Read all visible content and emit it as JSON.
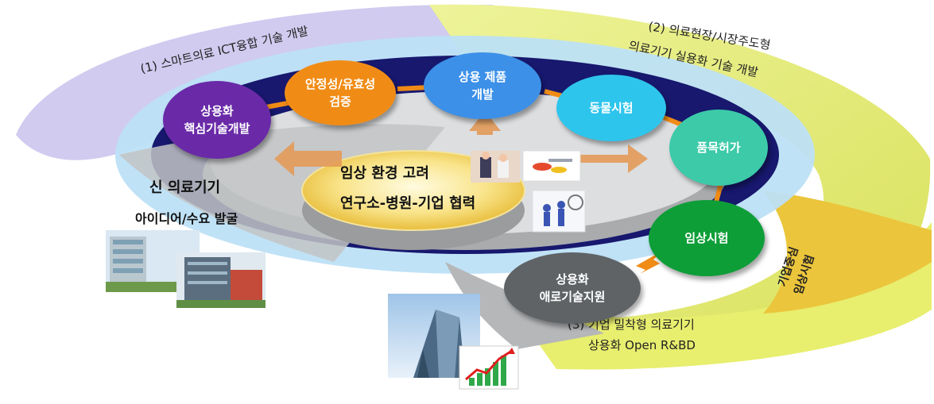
{
  "nodes": {
    "core_tech": {
      "line1": "상용화",
      "line2": "핵심기술개발"
    },
    "safety": {
      "line1": "안정성/유효성",
      "line2": "검증"
    },
    "product": {
      "line1": "상용 제품",
      "line2": "개발"
    },
    "animal": {
      "line1": "동물시험"
    },
    "approval": {
      "line1": "품목허가"
    },
    "clinical": {
      "line1": "임상시험"
    },
    "bottleneck": {
      "line1": "상용화",
      "line2": "애로기술지원"
    }
  },
  "center": {
    "line1": "임상 환경 고려",
    "line2": "연구소-병원-기업 협력"
  },
  "arcs": {
    "smart_ict": "(1) 스마트의료 ICT융합 기술 개발",
    "field_line1": "(2) 의료현장/시장주도형",
    "field_line2": "의료기기 실용화 기술 개발",
    "company_line1": "(3) 기업 밀착형 의료기기",
    "company_line2": "상용화 Open R&BD"
  },
  "side": {
    "new_device": "신 의료기기",
    "idea": "아이디어/수요 발굴",
    "corp_trial_line1": "기업중심",
    "corp_trial_line2": "임상시험"
  },
  "colors": {
    "lavender_band": "#c9c3ec",
    "yellow_band": "#e9ef7c",
    "navy_ring": "#14146e",
    "light_blue_ring": "#bfe0f6",
    "purple": "#6a2aa8",
    "orange": "#f08c16",
    "blue": "#3c90e8",
    "cyan": "#2ec5ec",
    "teal": "#3ccaa8",
    "green": "#0e9e38",
    "gray": "#5f6366"
  }
}
